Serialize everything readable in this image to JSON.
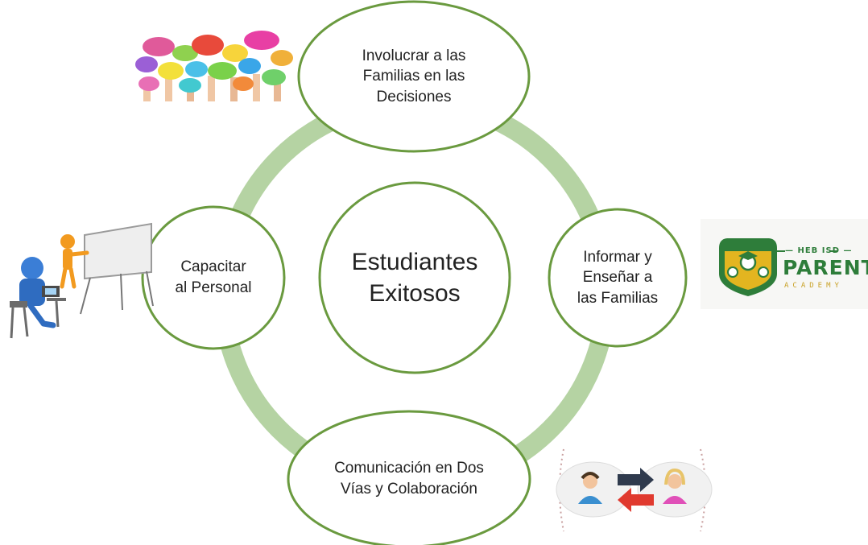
{
  "diagram": {
    "center": "Estudiantes\nExitosos",
    "nodes": {
      "top": "Involucrar a las\nFamilias en las\nDecisiones",
      "right": "Informar y\nEnseñar a\nlas Familias",
      "bottom": "Comunicación en Dos\nVías y Colaboración",
      "left": "Capacitar\nal Personal"
    }
  },
  "logo": {
    "line1": "HEB ISD",
    "line2": "PARENT",
    "line3": "ACADEMY"
  },
  "colors": {
    "ring": "#b5d3a3",
    "node_border": "#6a9a3f",
    "logo_green": "#2e7d3a",
    "logo_gold": "#e3b520"
  },
  "icons": [
    "speech-bubbles-hands-icon",
    "presenter-whiteboard-icon",
    "two-way-communication-icon",
    "parent-academy-shield-icon"
  ]
}
